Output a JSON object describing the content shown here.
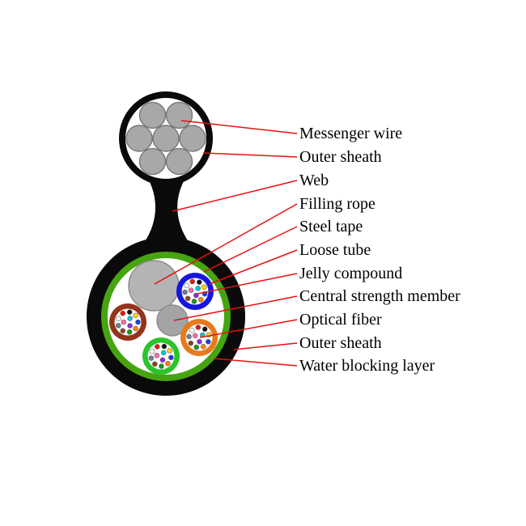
{
  "labels": [
    "Messenger wire",
    "Outer sheath",
    "Web",
    "Filling rope",
    "Steel tape",
    "Loose tube",
    "Jelly compound",
    "Central strength member",
    "Optical fiber",
    "Outer sheath",
    "Water blocking layer"
  ],
  "colors": {
    "leader_line": "#e61212",
    "sheath": "#0a0a0a",
    "strand_gray": "#a8a8a8",
    "water_blocking_green": "#46a410",
    "tube_blue": "#1616dd",
    "tube_brown": "#93341c",
    "tube_orange": "#e8791c",
    "tube_green": "#2cc42c",
    "filling_rope_gray": "#b4b4b4",
    "strength_member_gray": "#a4a4a4",
    "jelly_white": "#ffffff"
  },
  "fiber_colors": [
    "#1a3fe8",
    "#ff8400",
    "#109e10",
    "#8b4513",
    "#6f7f8f",
    "#ffffff",
    "#e81515",
    "#111111",
    "#ffd700",
    "#8a2be2",
    "#ff69b4",
    "#00c8d2"
  ]
}
